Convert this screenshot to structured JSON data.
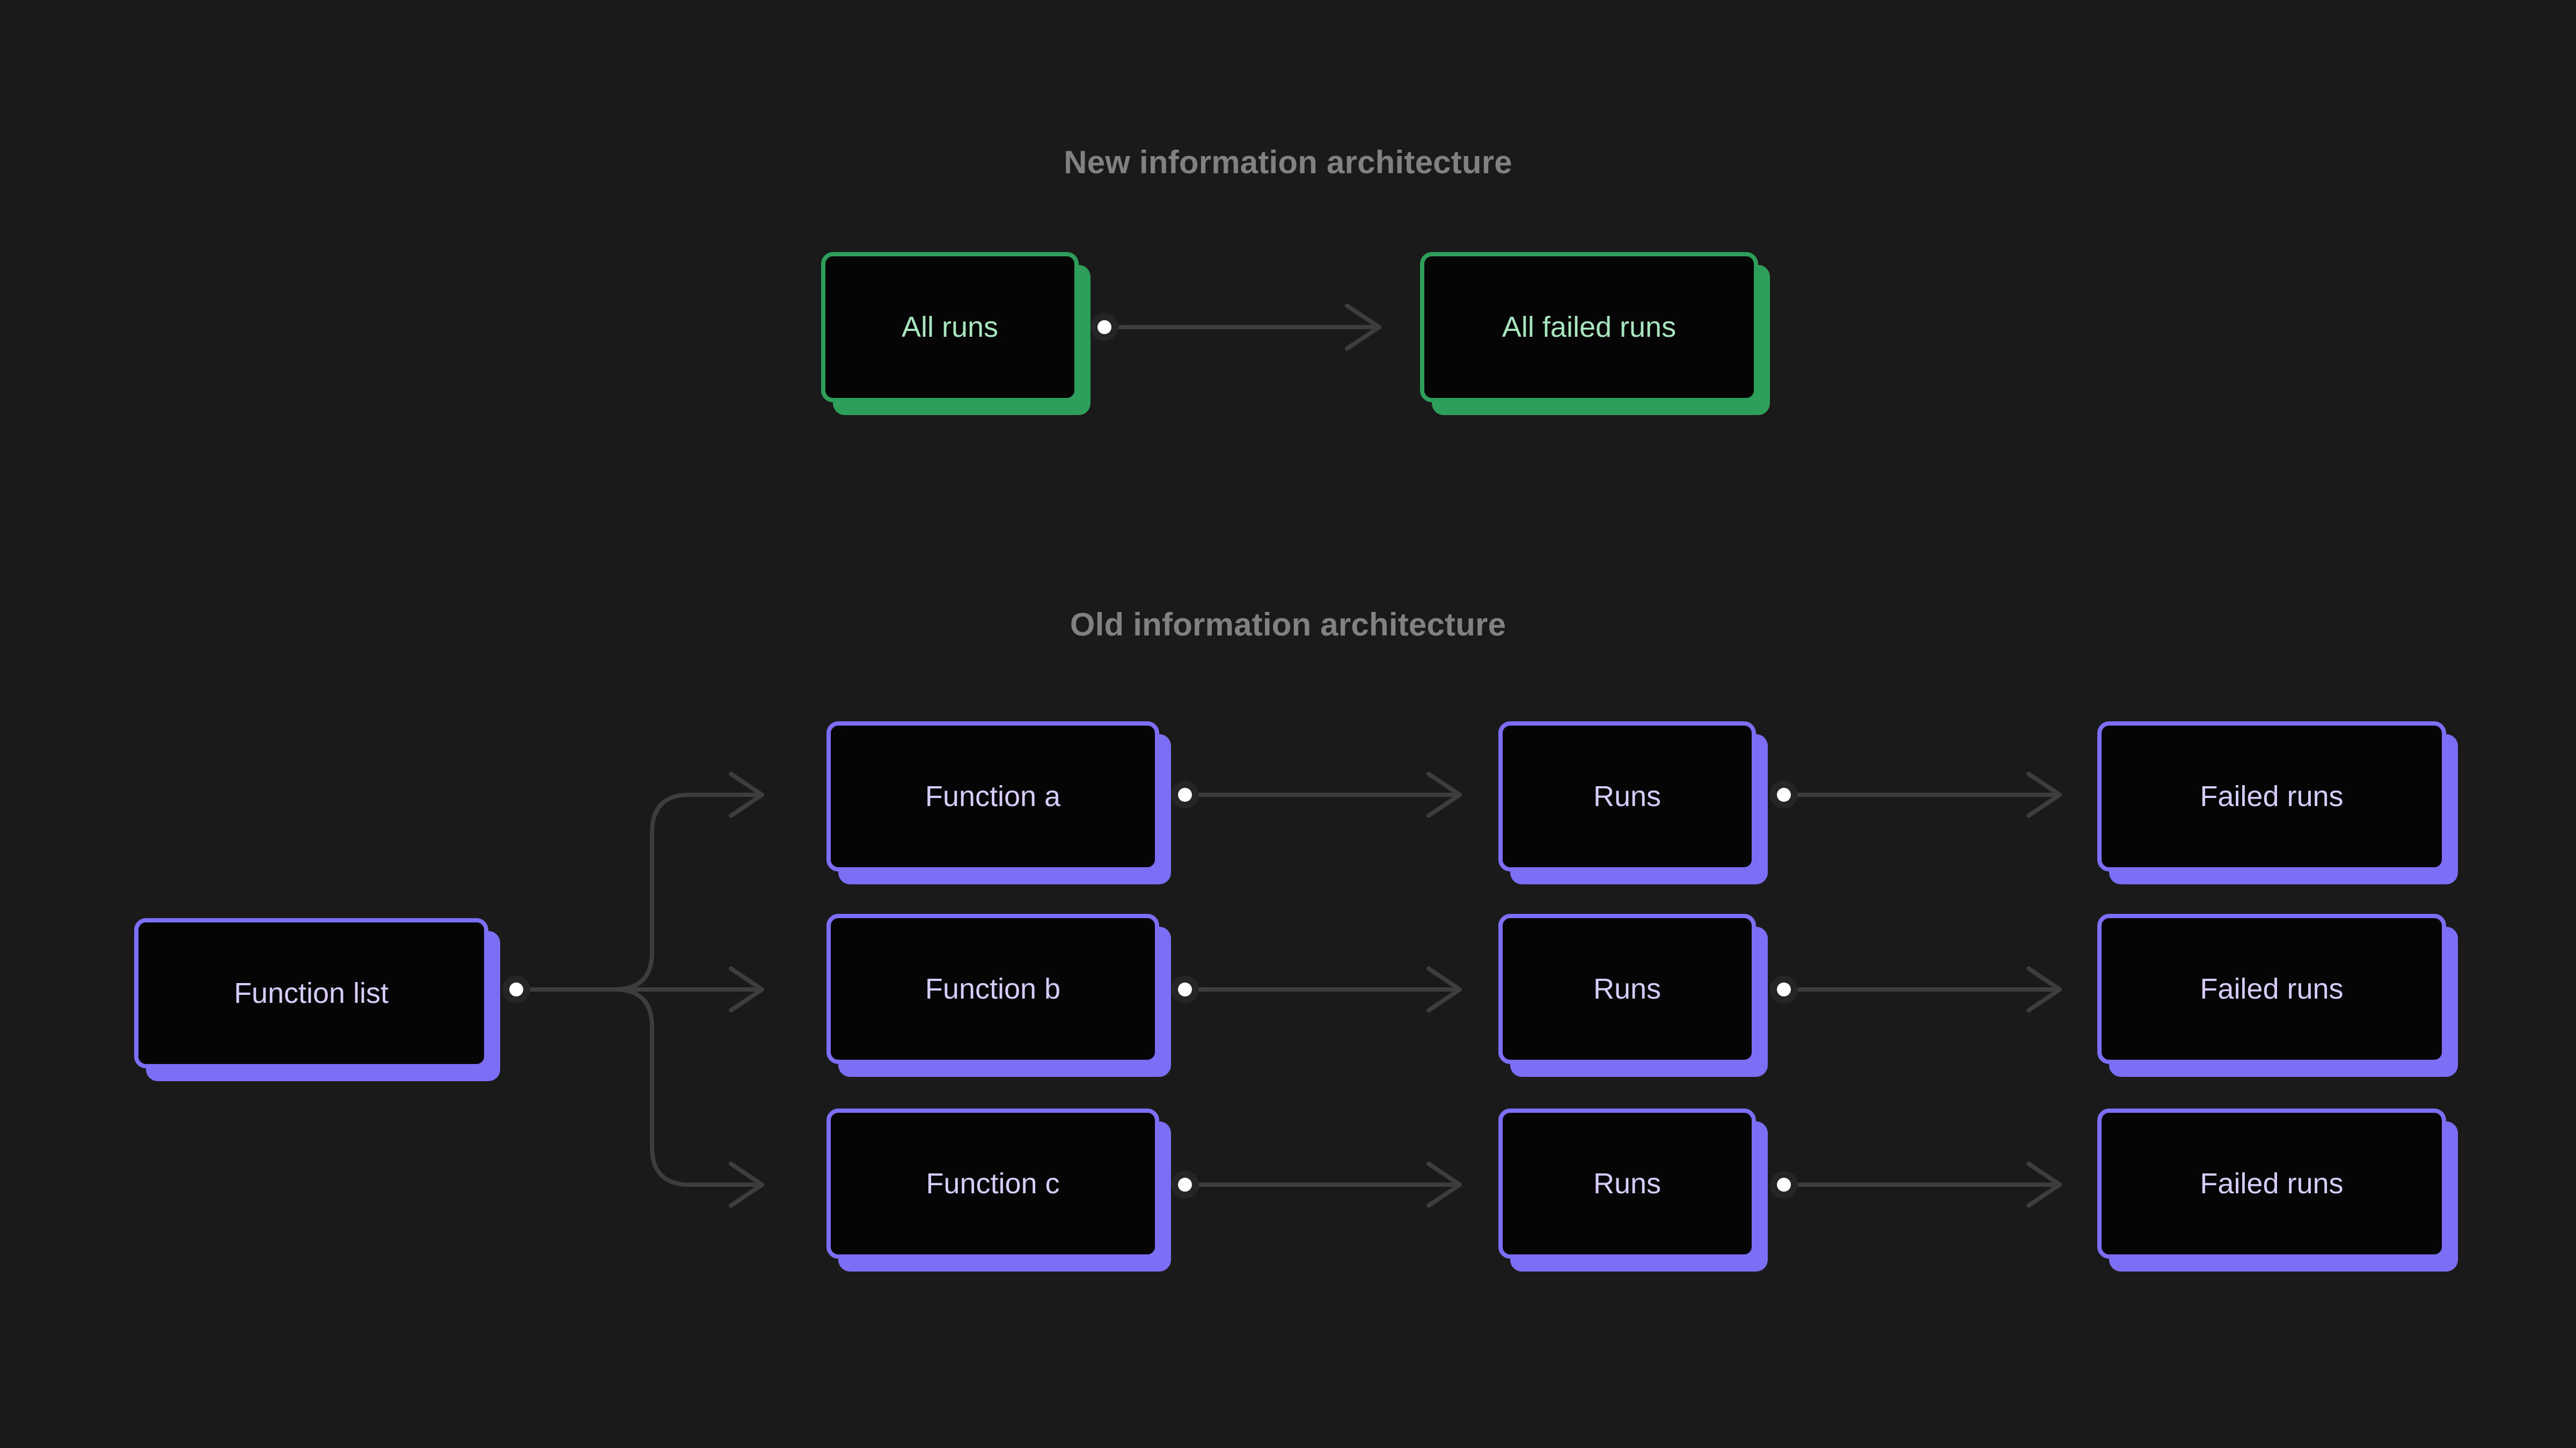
{
  "background_color": "#1a1a1a",
  "palette": {
    "green_border": "#2e9e5b",
    "green_text": "#a8e6c0",
    "purple_border": "#7c6ef5",
    "purple_text": "#d7ccfb",
    "node_fill": "#050505",
    "connector": "#3d3d3d",
    "connector_dot": "#ffffff",
    "heading_text": "#818181"
  },
  "sections": {
    "new": {
      "title": "New information architecture",
      "accent": "green",
      "nodes": [
        {
          "label": "All runs",
          "name": "node-all-runs"
        },
        {
          "label": "All failed runs",
          "name": "node-all-failed-runs"
        }
      ]
    },
    "old": {
      "title": "Old information architecture",
      "accent": "purple",
      "root": {
        "label": "Function list",
        "name": "node-function-list"
      },
      "rows": [
        {
          "function": {
            "label": "Function a",
            "name": "node-function-a"
          },
          "runs": {
            "label": "Runs",
            "name": "node-runs-a"
          },
          "failed": {
            "label": "Failed runs",
            "name": "node-failed-runs-a"
          }
        },
        {
          "function": {
            "label": "Function b",
            "name": "node-function-b"
          },
          "runs": {
            "label": "Runs",
            "name": "node-runs-b"
          },
          "failed": {
            "label": "Failed runs",
            "name": "node-failed-runs-b"
          }
        },
        {
          "function": {
            "label": "Function c",
            "name": "node-function-c"
          },
          "runs": {
            "label": "Runs",
            "name": "node-runs-c"
          },
          "failed": {
            "label": "Failed runs",
            "name": "node-failed-runs-c"
          }
        }
      ]
    }
  }
}
